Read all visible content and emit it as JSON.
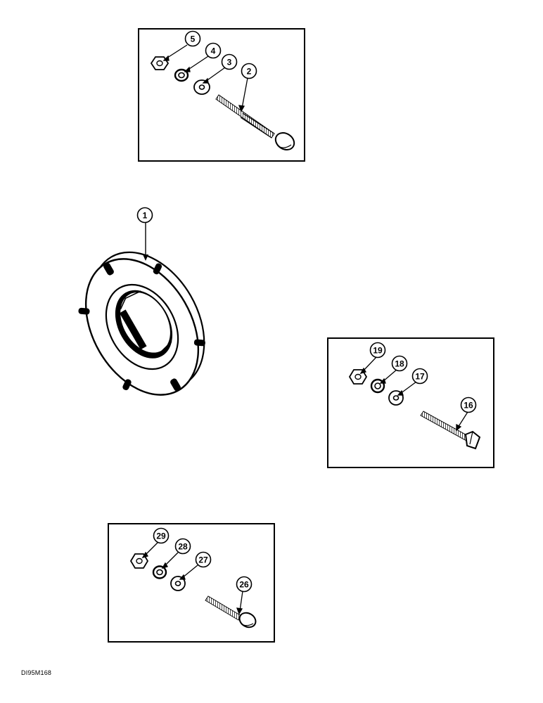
{
  "figure": {
    "document_code": "DI95M168"
  },
  "callouts": {
    "c1": "1",
    "c2": "2",
    "c3": "3",
    "c4": "4",
    "c5": "5",
    "c16": "16",
    "c17": "17",
    "c18": "18",
    "c19": "19",
    "c26": "26",
    "c27": "27",
    "c28": "28",
    "c29": "29"
  }
}
